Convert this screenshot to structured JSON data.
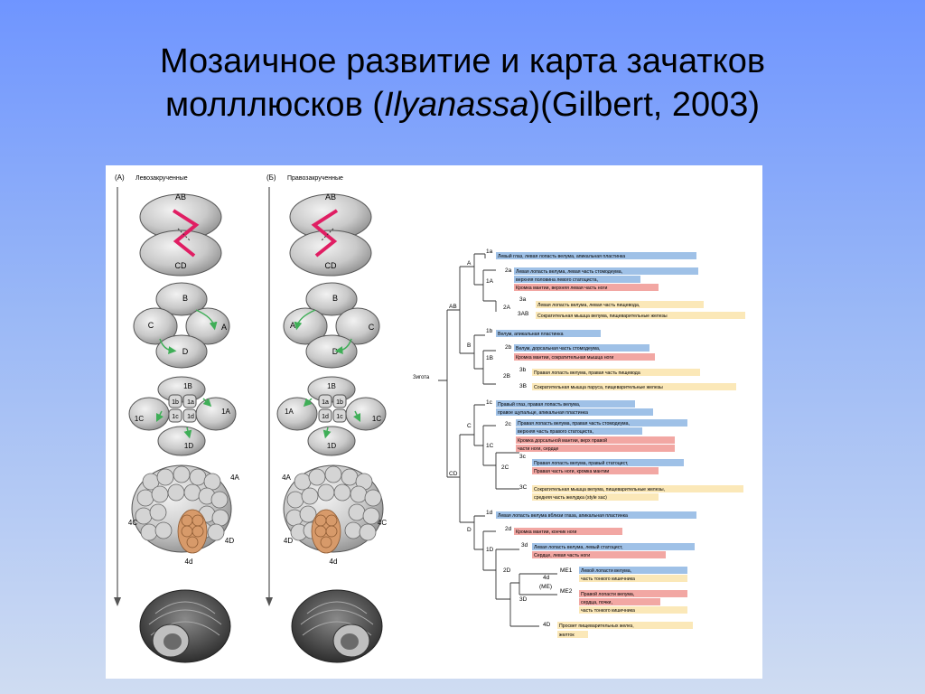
{
  "slide": {
    "title_line1": "Мозаичное развитие и карта зачатков",
    "title_line2_a": "молллюсков (",
    "title_line2_italic": "Ilyanassa",
    "title_line2_b": ")(Gilbert, 2003)"
  },
  "figure": {
    "panel_a_label": "(А)",
    "panel_a_title": "Левозакрученные",
    "panel_b_label": "(Б)",
    "panel_b_title": "Правозакрученные",
    "cells": {
      "ab": "AB",
      "cd": "CD",
      "a": "A",
      "b": "B",
      "c": "C",
      "d": "D",
      "q1a": "1a",
      "q1b": "1b",
      "q1c": "1c",
      "q1d": "1d",
      "Q1A": "1A",
      "Q1B": "1B",
      "Q1C": "1C",
      "Q1D": "1D",
      "Q4A": "4A",
      "Q4C": "4C",
      "Q4D": "4D",
      "q4d": "4d"
    },
    "lineage": {
      "zygote": "Зигота",
      "nodes": {
        "AB": "AB",
        "CD": "CD",
        "A": "A",
        "B": "B",
        "C": "C",
        "D": "D",
        "1a": "1a",
        "2a": "2a",
        "1A": "1A",
        "2A": "2A",
        "3a": "3a",
        "3AB": "3AB",
        "1b": "1b",
        "2b": "2b",
        "1B": "1B",
        "3b": "3b",
        "2B": "2B",
        "3B": "3B",
        "1c": "1c",
        "2c": "2c",
        "1C": "1C",
        "3c": "3c",
        "2C": "2C",
        "3C": "3C",
        "1d": "1d",
        "2d": "2d",
        "1D": "1D",
        "3d": "3d",
        "2D": "2D",
        "4d": "4d",
        "ME": "(ME)",
        "ME1": "ME1",
        "ME2": "ME2",
        "3D": "3D",
        "4D": "4D"
      },
      "fates": [
        "Левый глаз, левая лопасть велума, апикальная пластинка",
        "Левая лопасть велума, левая часть стомодеума,",
        "верхняя половина левого статоциста,",
        "Кромка мантии, верхняя левая часть ноги",
        "Левая лопасть велума, левая часть пищевода,",
        "Сократительная мышца велума, пищеварительные железы",
        "Велум, апикальная пластинка",
        "Велум, дорсальная часть стомодеума,",
        "Кромка мантии, сократительная мышца ноги",
        "Правая лопасть велума, правая часть пищевода",
        "Сократительная мышца паруса, пищеварительные железы",
        "Правый глаз, правая лопасть велума,",
        "правое щупальце, апикальная пластинка",
        "Правая лопасть велума, правая часть стомодеума,",
        "верхняя часть правого статоциста,",
        "Кромка дорсальной мантии, верх правой",
        "части ноги, сердце",
        "Правая лопасть велума, правый статоцист,",
        "Правая часть ноги, кромка мантии",
        "Сократительная мышца велума, пищеварительные железы,",
        "средняя часть желудка (style sac)",
        "Левая лопасть велума вблизи глаза, апикальная пластинка",
        "Кромка мантии, кончик ноги",
        "Левая лопасть велума, левый статоцист,",
        "Сердце, левая часть ноги",
        "Левой лопасти велума,",
        "часть тонкого кишечника",
        "Правой лопасти велума,",
        "сердца, почки,",
        "часть тонкого кишечника",
        "Просвет пищеварительных желез,",
        "желток"
      ]
    }
  },
  "colors": {
    "blue_box": "#9fc1e7",
    "red_box": "#f2a7a3",
    "yellow_box": "#fbe8b8",
    "cell_gray": "#c8c8c8",
    "pink_marker": "#e01e63",
    "green_arrow": "#3fae57",
    "mesentoblast": "#d79a6a"
  }
}
